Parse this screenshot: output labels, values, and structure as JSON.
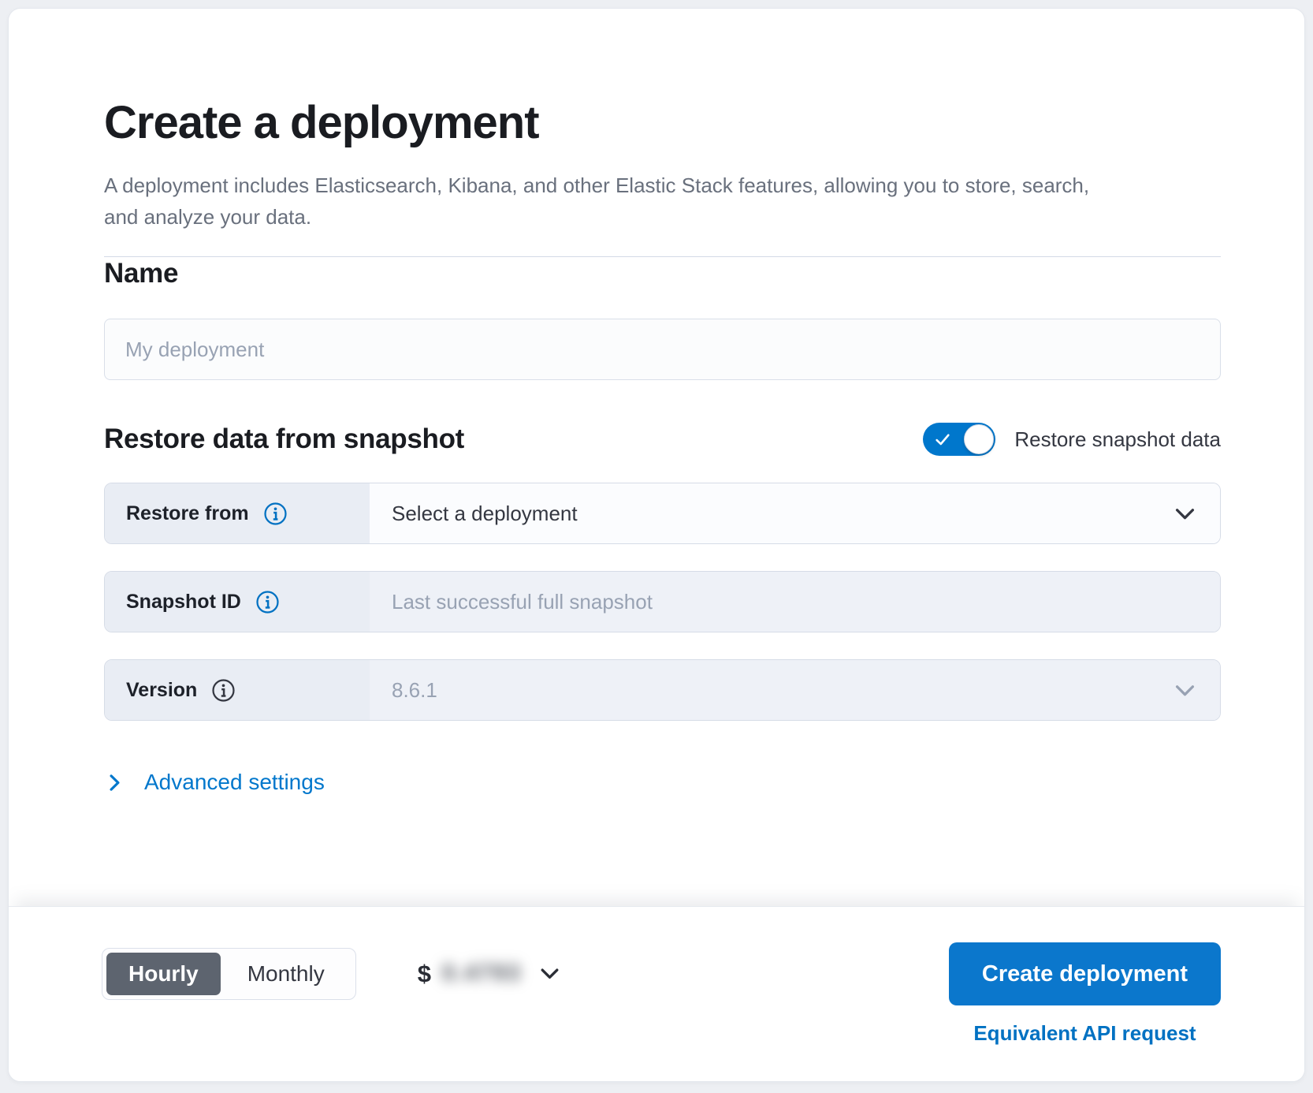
{
  "header": {
    "title": "Create a deployment",
    "subtitle": "A deployment includes Elasticsearch, Kibana, and other Elastic Stack features, allowing you to store, search, and analyze your data."
  },
  "name_section": {
    "heading": "Name",
    "input_value": "",
    "input_placeholder": "My deployment"
  },
  "restore_section": {
    "heading": "Restore data from snapshot",
    "toggle": {
      "label": "Restore snapshot data",
      "state": "on"
    },
    "fields": {
      "restore_from": {
        "label": "Restore from",
        "selected_value": "Select a deployment"
      },
      "snapshot_id": {
        "label": "Snapshot ID",
        "value": "",
        "placeholder": "Last successful full snapshot"
      },
      "version": {
        "label": "Version",
        "selected_value": "8.6.1"
      }
    }
  },
  "advanced_settings": {
    "label": "Advanced settings"
  },
  "footer": {
    "billing_interval": {
      "options": [
        {
          "label": "Hourly",
          "selected": true
        },
        {
          "label": "Monthly",
          "selected": false
        }
      ]
    },
    "price": {
      "currency_symbol": "$",
      "amount": "0.4793",
      "blurred": true
    },
    "create_button_label": "Create deployment",
    "api_link_label": "Equivalent API request"
  },
  "icons": {
    "info_icon": "ⓘ",
    "chevron_down_icon": "⌄",
    "chevron_right_icon": "›",
    "check_icon": "✓"
  },
  "colors": {
    "primary_blue": "#0077cc",
    "toggle_on_blue": "#0077cc",
    "selected_segment_gray": "#5d646f",
    "form_label_bg": "#e9edf4",
    "disabled_field_bg": "#eef1f7",
    "border": "#d3dae6",
    "text_dark": "#1a1c21",
    "text_subdued": "#69707d",
    "placeholder_gray": "#98a2b3"
  }
}
